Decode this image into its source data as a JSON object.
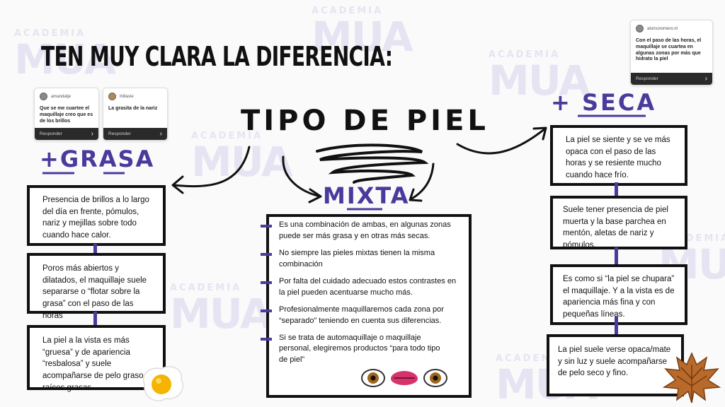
{
  "watermark": {
    "text_big": "MUA",
    "text_small": "ACADEMIA"
  },
  "title": "TEN MUY CLARA LA DIFERENCIA:",
  "comments": [
    {
      "user": "amandatje",
      "text": "Que se me cuartee el maquillaje  creo que es de los brillos",
      "reply": "Responder"
    },
    {
      "user": "ihillavie",
      "text": "La grasita de la nariz",
      "reply": "Responder"
    },
    {
      "user": "alonsoromero.m",
      "text": "Con el paso de las horas, el maquillaje se cuartea en algunas zonas por más que hidrato la piel",
      "reply": "Responder"
    }
  ],
  "center_title": "TIPO DE PIEL",
  "grasa": {
    "title": "+GRASA",
    "items": [
      "Presencia de brillos a lo largo del día en frente, pómulos, nariz y mejillas sobre todo cuando hace calor.",
      "Poros más abiertos y dilatados, el maquillaje suele separarse o “flotar sobre la grasa” con el paso de las horas",
      "La piel a la vista es más “gruesa” y de apariencia “resbalosa” y suele acompañarse de pelo graso o raíces grasas."
    ]
  },
  "mixta": {
    "title": "MIXTA",
    "items": [
      "Es una combinación de ambas, en algunas zonas puede ser más grasa y en otras más secas.",
      "No siempre las pieles mixtas tienen la misma combinación",
      "Por falta del cuidado adecuado estos contrastes en la piel pueden acentuarse mucho más.",
      "Profesionalmente maquillaremos cada zona por “separado” teniendo en cuenta sus diferencias.",
      "Si se trata de automaquillaje o maquillaje personal, elegiremos productos “para todo tipo de piel”"
    ]
  },
  "seca": {
    "title": "+ SECA",
    "items": [
      "La piel se siente y se ve más opaca con el paso de las horas y se resiente mucho cuando hace frío.",
      "Suele tener presencia de piel muerta y la base parchea en mentón, aletas de nariz y pómulos.",
      "Es como si “la piel se chupara” el maquillaje. Y a la vista es de apariencia más fina y con pequeñas líneas.",
      "La piel suele verse opaca/mate y sin luz y  suele acompañarse de pelo seco y fino."
    ]
  },
  "icons": [
    "eye-icon",
    "lips-icon",
    "eye-icon",
    "fried-egg-icon",
    "autumn-leaf-icon"
  ],
  "colors": {
    "accent": "#4a3a9c",
    "border": "#111111",
    "watermark": "#e6e4f2"
  }
}
